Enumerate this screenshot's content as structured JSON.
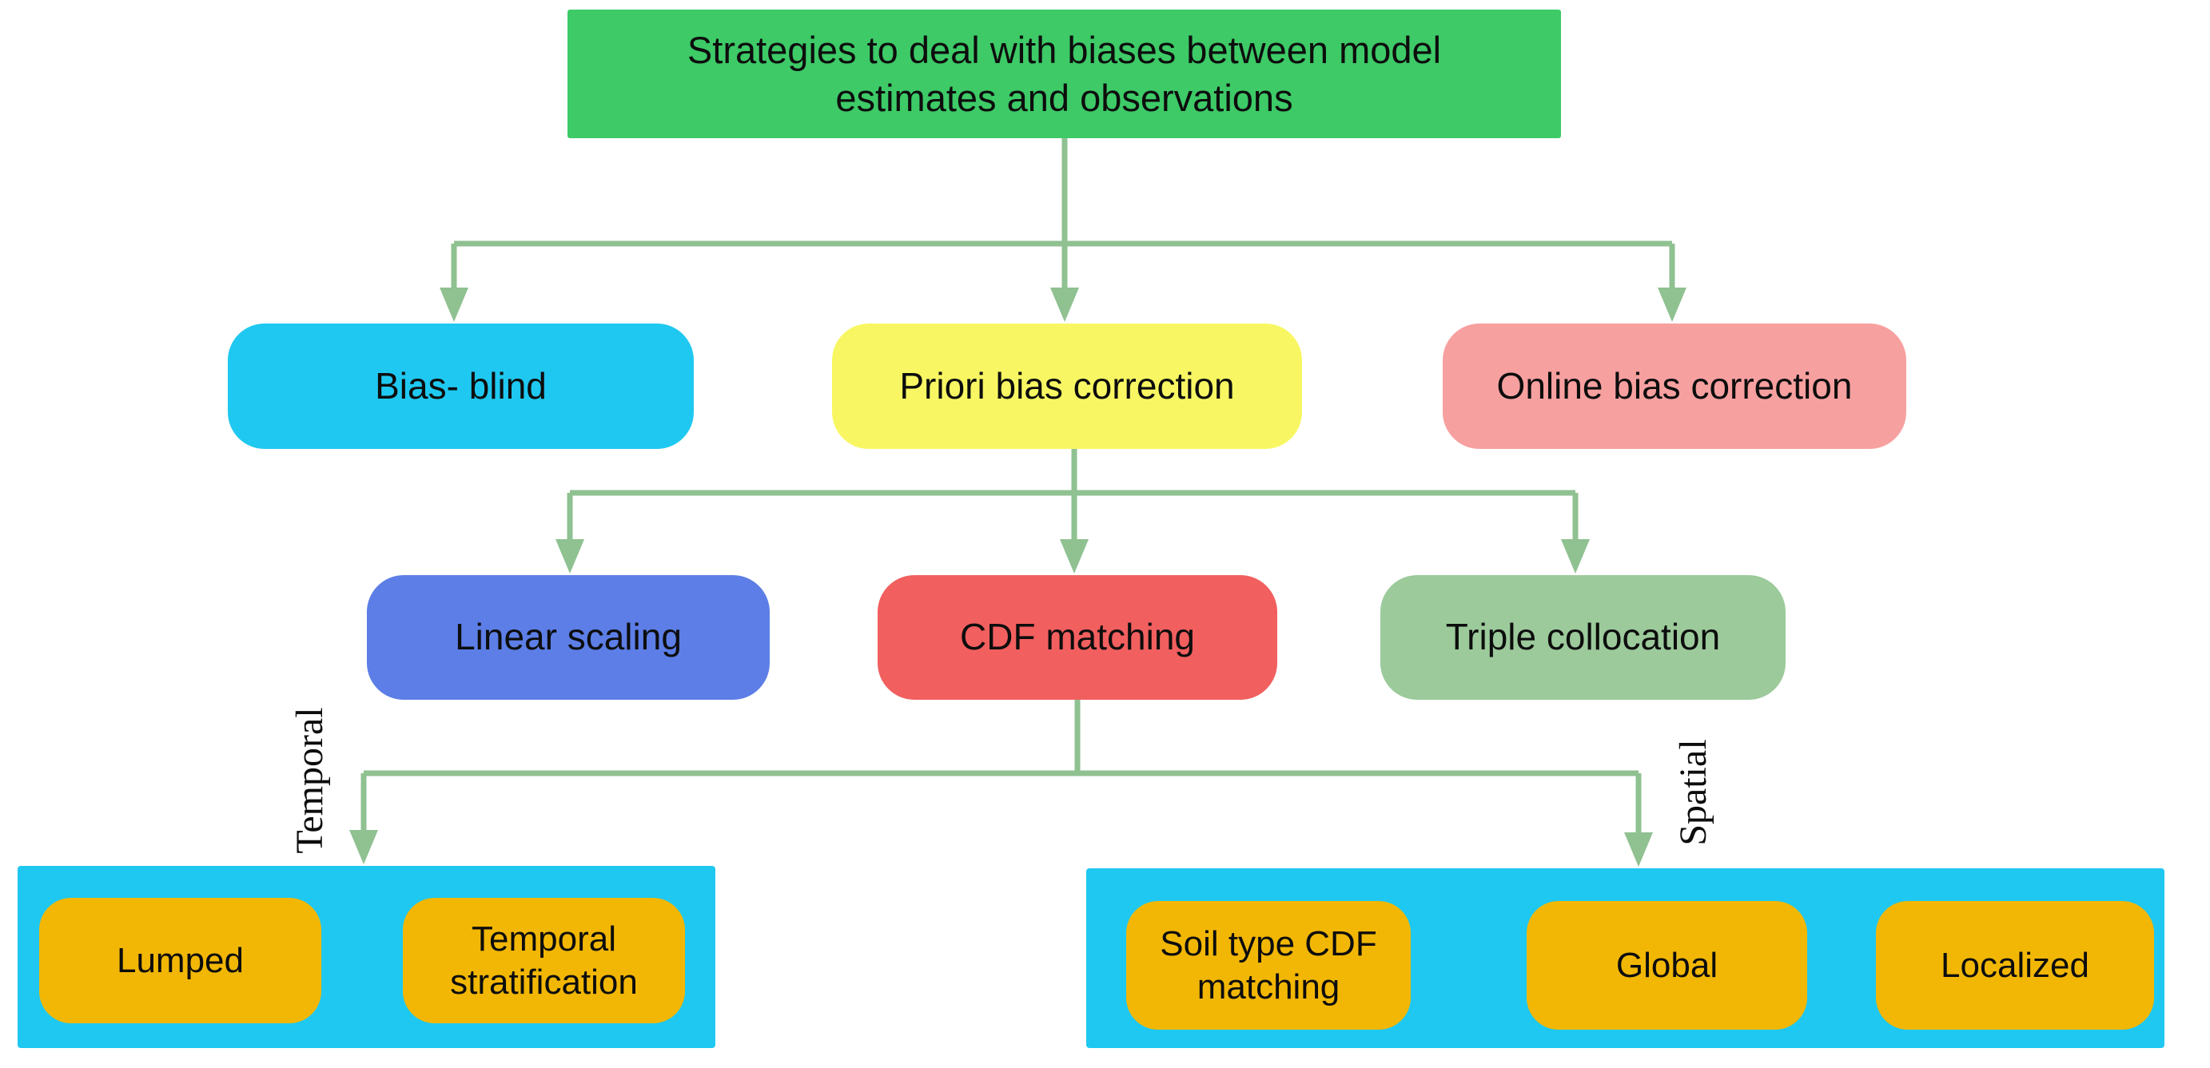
{
  "figure": {
    "root": {
      "label": "Strategies to deal with biases between model estimates and observations"
    },
    "level2": [
      {
        "id": "bias-blind",
        "label": "Bias- blind"
      },
      {
        "id": "priori-bias-correction",
        "label": "Priori bias correction"
      },
      {
        "id": "online-bias-correction",
        "label": "Online bias correction"
      }
    ],
    "level3": [
      {
        "id": "linear-scaling",
        "label": "Linear scaling"
      },
      {
        "id": "cdf-matching",
        "label": "CDF matching"
      },
      {
        "id": "triple-collocation",
        "label": "Triple collocation"
      }
    ],
    "temporal_group": {
      "annotation": "Temporal",
      "items": [
        {
          "label": "Lumped"
        },
        {
          "label": "Temporal stratification"
        }
      ]
    },
    "spatial_group": {
      "annotation": "Spatial",
      "items": [
        {
          "label": "Soil type CDF matching"
        },
        {
          "label": "Global"
        },
        {
          "label": "Localized"
        }
      ]
    }
  },
  "colors": {
    "root": "#3dca67",
    "cyan": "#1fc8f0",
    "yellow": "#f8f763",
    "salmon": "#f7a0a0",
    "blue": "#5c7ee6",
    "red": "#f25f5f",
    "sage": "#9cca9b",
    "gold": "#f2b705",
    "connector": "#8fc191",
    "text": "#0d0d0d"
  }
}
